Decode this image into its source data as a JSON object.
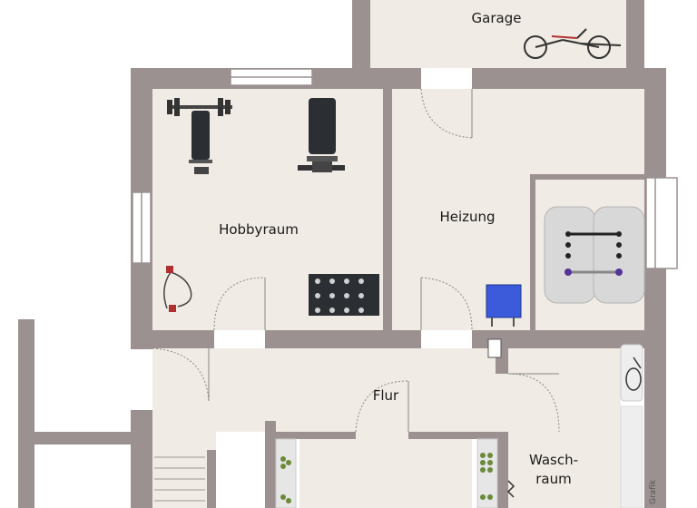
{
  "floorplan": {
    "rooms": {
      "garage": "Garage",
      "hobbyraum": "Hobbyraum",
      "heizung": "Heizung",
      "flur": "Flur",
      "waschraum_line1": "Wasch-",
      "waschraum_line2": "raum"
    },
    "credit": "Grafik"
  },
  "colors": {
    "wall": "#9c9191",
    "floor": "#f0ebe4",
    "background": "#ffffff",
    "window": "#ffffff",
    "boiler_accent": "#3b5bdb"
  },
  "icons": [
    "bicycle-icon",
    "bench-press-icon",
    "weight-bench-icon",
    "resistance-band-icon",
    "dumbbell-rack-icon",
    "oil-tank-icon",
    "boiler-icon",
    "washing-machine-icon",
    "shelf-icon",
    "staircase-icon"
  ]
}
